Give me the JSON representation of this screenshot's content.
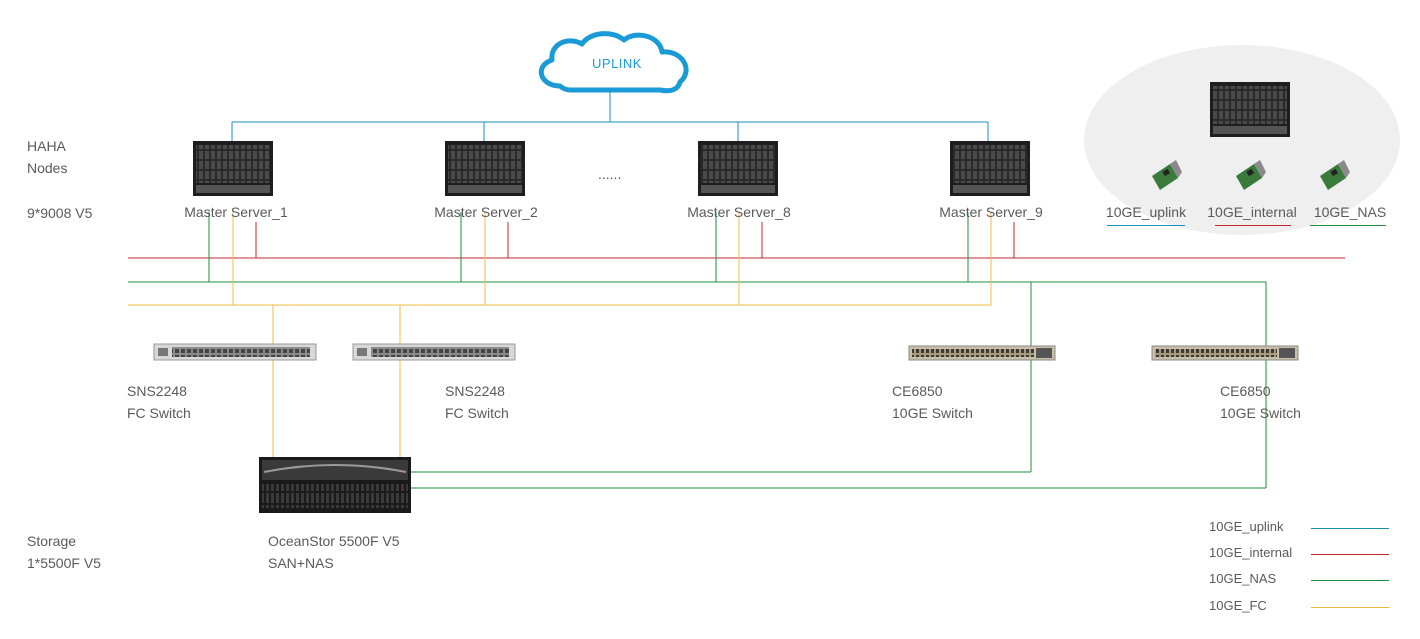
{
  "cloud": {
    "label": "UPLINK"
  },
  "left_labels": {
    "nodes_line1": "HAHA",
    "nodes_line2": "Nodes",
    "nodes_model": "9*9008 V5",
    "storage_line1": "Storage",
    "storage_line2": "1*5500F V5"
  },
  "servers": [
    {
      "label": "Master Server_1"
    },
    {
      "label": "Master Server_2"
    },
    {
      "label": "Master Server_8"
    },
    {
      "label": "Master Server_9"
    }
  ],
  "ellipsis": "......",
  "switches": [
    {
      "line1": "SNS2248",
      "line2": "FC Switch"
    },
    {
      "line1": "SNS2248",
      "line2": "FC Switch"
    },
    {
      "line1": "CE6850",
      "line2": "10GE Switch"
    },
    {
      "line1": "CE6850",
      "line2": "10GE Switch"
    }
  ],
  "storage": {
    "line1": "OceanStor 5500F V5",
    "line2": "SAN+NAS"
  },
  "nic_labels": [
    {
      "label": "10GE_uplink",
      "color": "#1a8fc0"
    },
    {
      "label": "10GE_internal",
      "color": "#c0282d"
    },
    {
      "label": "10GE_NAS",
      "color": "#1f8f3a"
    }
  ],
  "legend": [
    {
      "label": "10GE_uplink",
      "color": "#1a8fa0"
    },
    {
      "label": "10GE_internal",
      "color": "#c0282d"
    },
    {
      "label": "10GE_NAS",
      "color": "#1f8f3a"
    },
    {
      "label": "10GE_FC",
      "color": "#f0b840"
    }
  ],
  "colors": {
    "uplink": "#1a8fc0",
    "internal": "#c0282d",
    "nas": "#1f8f3a",
    "fc": "#f0b840",
    "cloud": "#1a9ad6"
  }
}
